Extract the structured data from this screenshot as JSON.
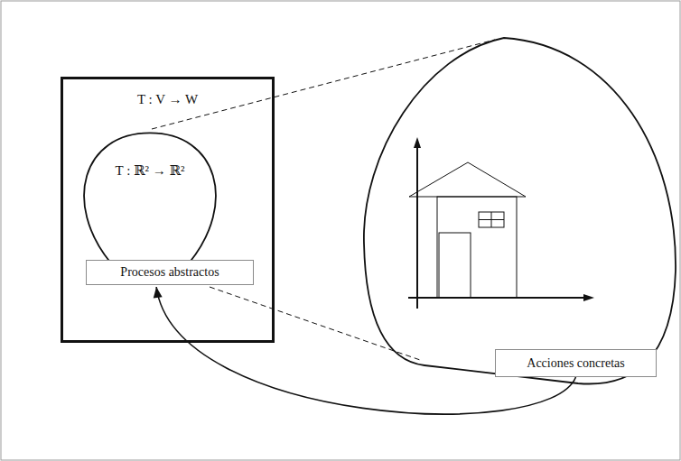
{
  "diagram": {
    "nodes": [
      {
        "text": [
          "T : V → W"
        ]
      },
      {
        "text": [
          "T : ℝ² → ℝ²"
        ],
        "in": 0
      },
      {
        "text": [
          "Procesos abstractos"
        ],
        "in": 0
      },
      {
        "text": [
          "Acciones concretas"
        ]
      }
    ],
    "edges": [
      {
        "from": 3,
        "to": 2,
        "arrow": "to"
      }
    ]
  }
}
